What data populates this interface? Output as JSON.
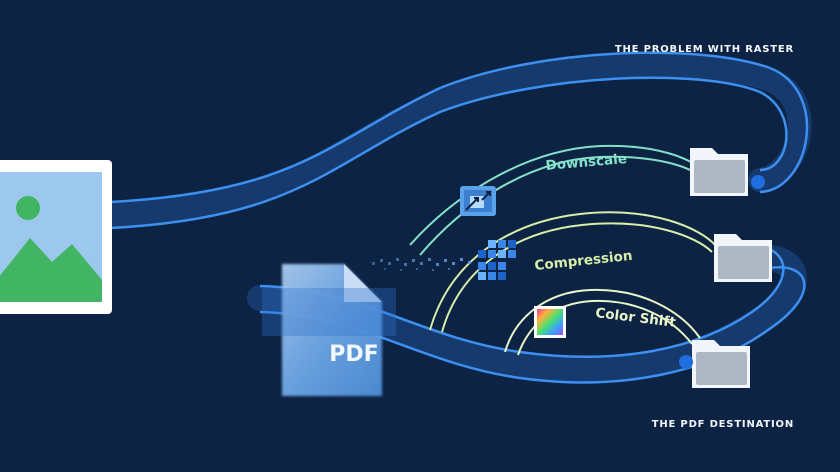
{
  "headings": {
    "top": "THE PROBLEM WITH RASTER",
    "bottom": "THE PDF DESTINATION"
  },
  "stages": [
    {
      "label": "Downscale",
      "icon": "resize-arrows-icon",
      "color": "#84e0c8"
    },
    {
      "label": "Compression",
      "icon": "pixel-grid-icon",
      "color": "#d7efa8"
    },
    {
      "label": "Color Shift",
      "icon": "color-gradient-icon",
      "color": "#e9f6c8"
    }
  ],
  "pdf_icon": {
    "label": "PDF"
  },
  "palette": {
    "background": "#0d2344",
    "pipe": "#3d8ff0",
    "pipe_glow": "#1c4f9a",
    "folder": "#aeb8c4",
    "image_frame": "#ffffff",
    "image_fill": "#9cc8ee",
    "mountain": "#41b563"
  }
}
